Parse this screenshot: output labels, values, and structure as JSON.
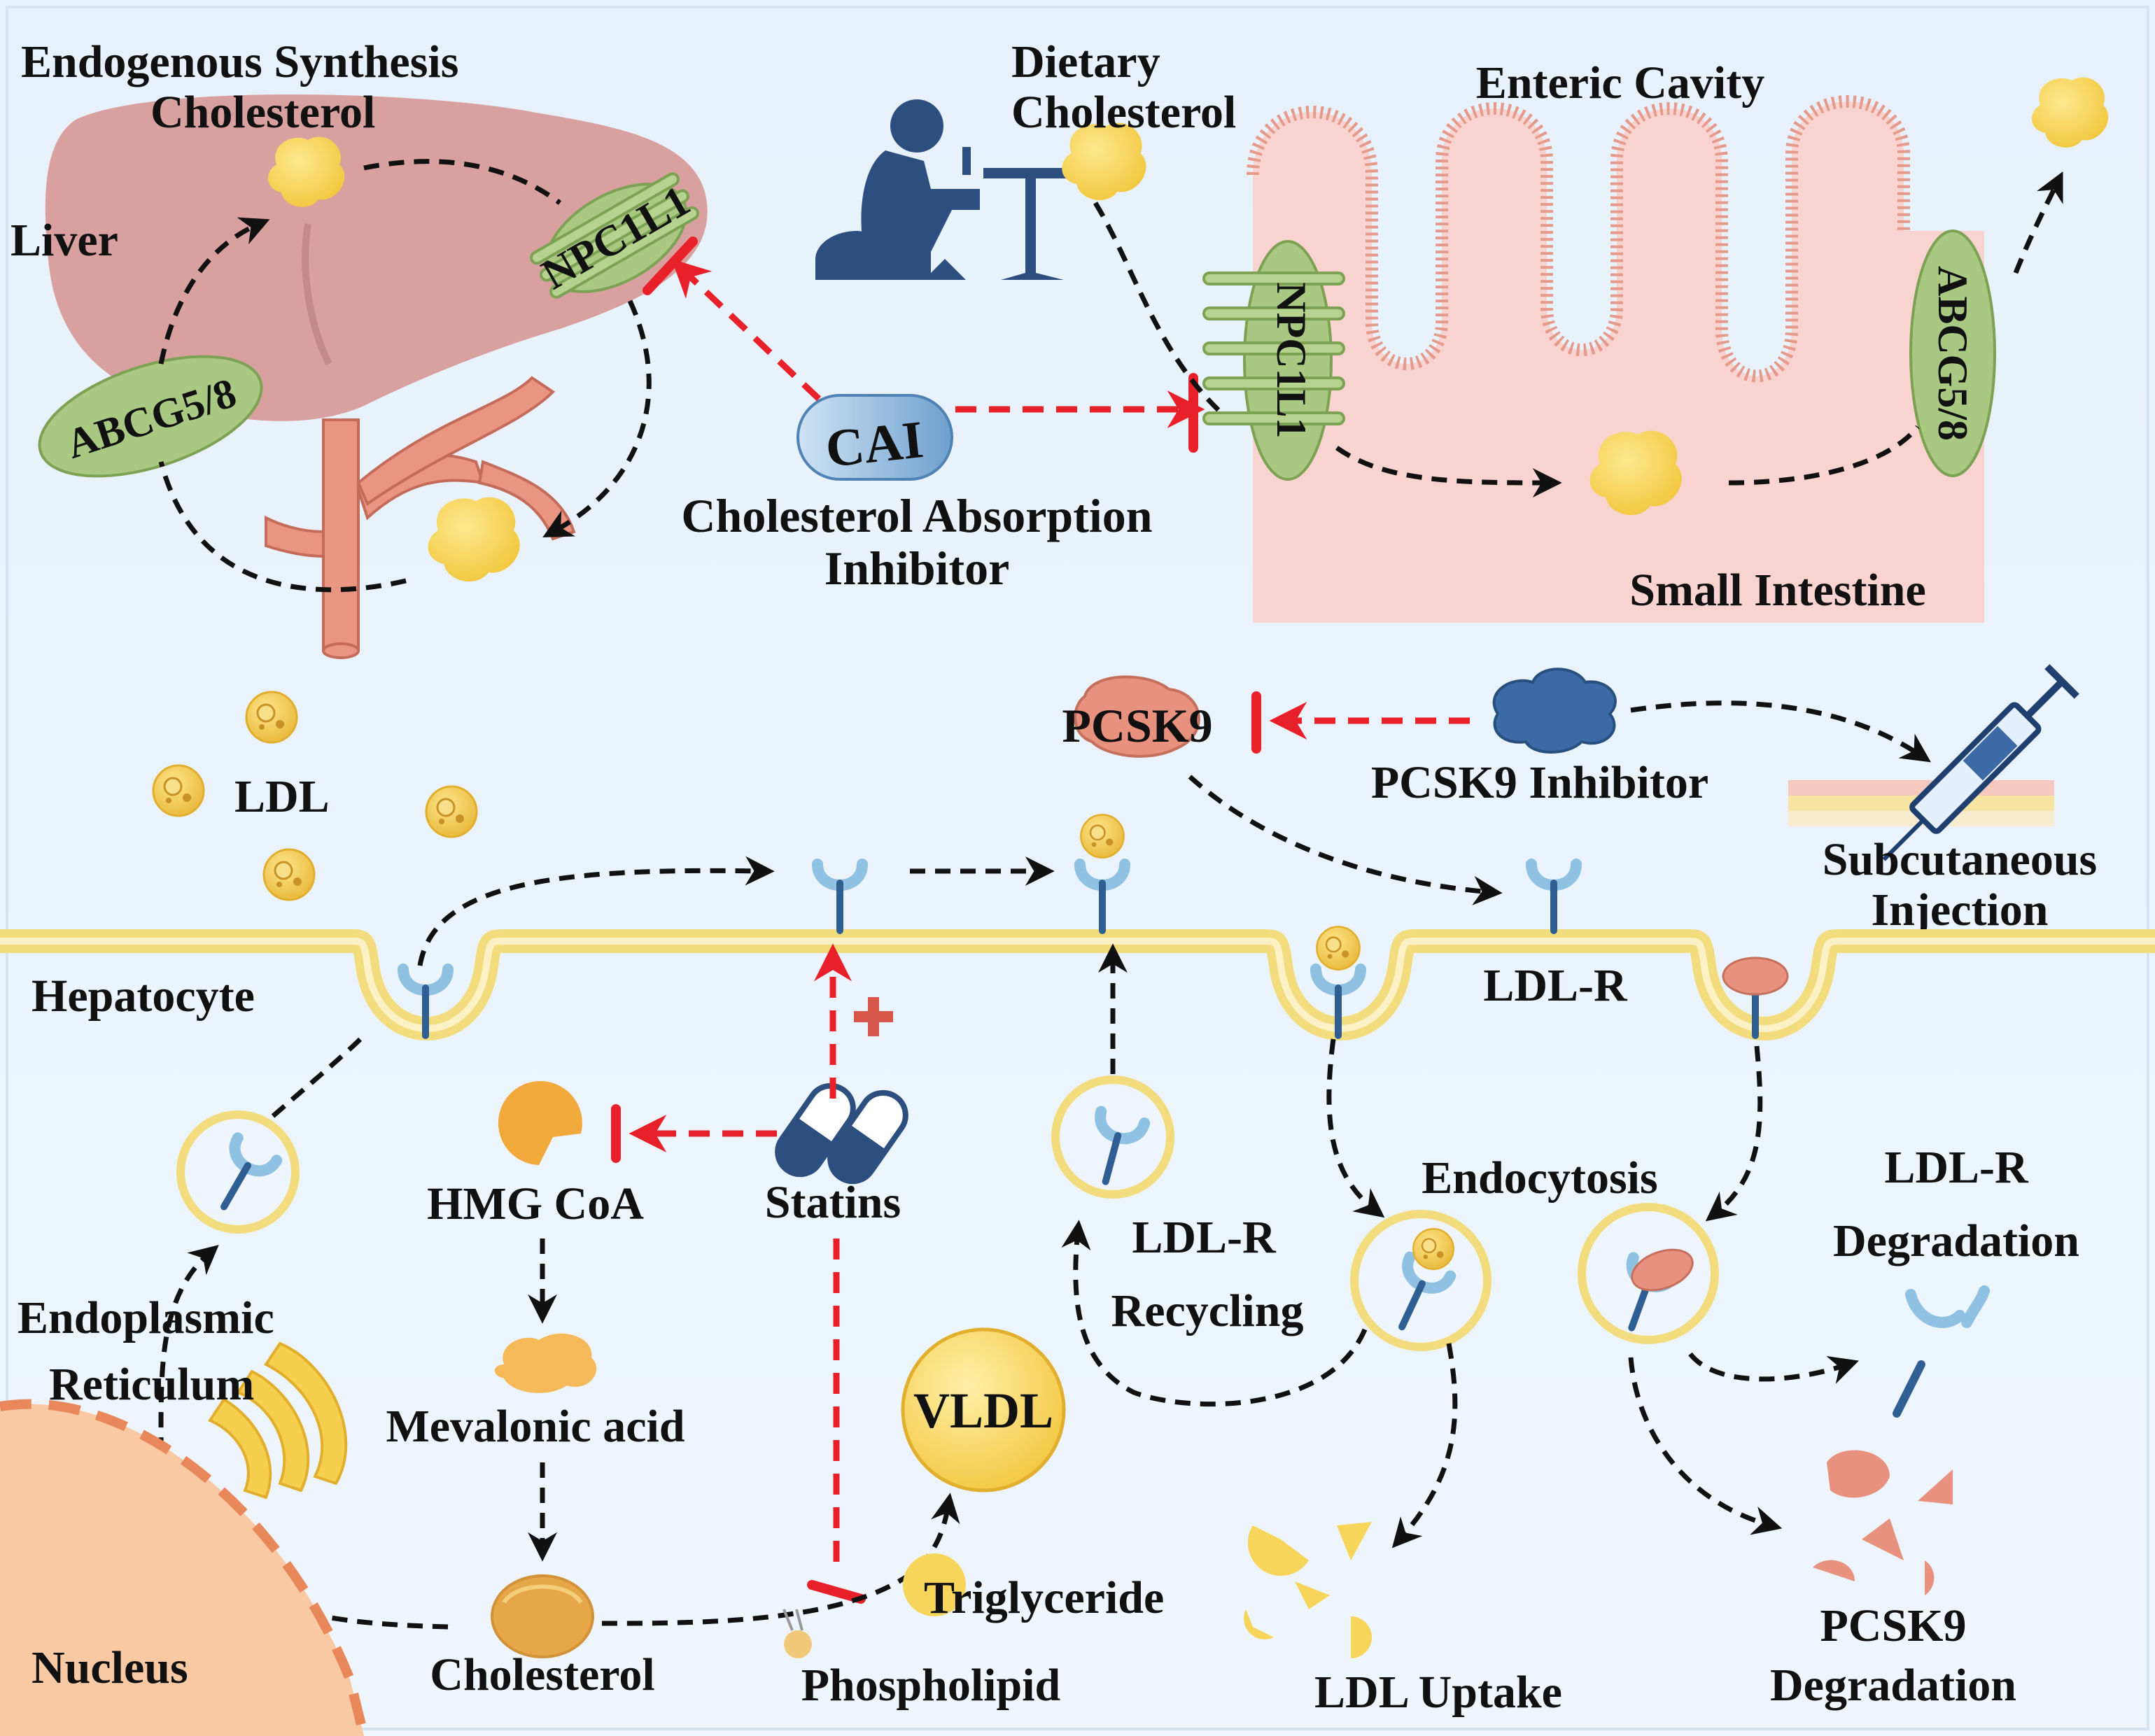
{
  "labels": {
    "endogenous_line1": "Endogenous Synthesis",
    "endogenous_line2": "Cholesterol",
    "liver": "Liver",
    "npc1l1_liver": "NPC1L1",
    "abcg_liver": "ABCG5/8",
    "dietary_line1": "Dietary",
    "dietary_line2": "Cholesterol",
    "enteric_cavity": "Enteric Cavity",
    "npc1l1_intestine": "NPC1L1",
    "abcg_intestine": "ABCG5/8",
    "cai": "CAI",
    "cai_desc_line1": "Cholesterol  Absorption",
    "cai_desc_line2": "Inhibitor",
    "small_intestine": "Small Intestine",
    "pcsk9": "PCSK9",
    "pcsk9_inhibitor": "PCSK9 Inhibitor",
    "subcutaneous_line1": "Subcutaneous",
    "subcutaneous_line2": "Injection",
    "ldl": "LDL",
    "hepatocyte": "Hepatocyte",
    "ldlr": "LDL-R",
    "statins": "Statins",
    "hmg_coa": "HMG CoA",
    "mevalonic_acid": "Mevalonic acid",
    "cholesterol": "Cholesterol",
    "vldl": "VLDL",
    "triglyceride": "Triglyceride",
    "phospholipid": "Phospholipid",
    "er_line1": "Endoplasmic",
    "er_line2": "Reticulum",
    "nucleus": "Nucleus",
    "ldlr_recycling_line1": "LDL-R",
    "ldlr_recycling_line2": "Recycling",
    "endocytosis": "Endocytosis",
    "ldlr_degradation_line1": "LDL-R",
    "ldlr_degradation_line2": "Degradation",
    "ldl_uptake": "LDL Uptake",
    "pcsk9_degradation_line1": "PCSK9",
    "pcsk9_degradation_line2": "Degradation"
  },
  "colors": {
    "inhibition_arrow": "#e8202a",
    "flow_arrow": "#111111",
    "cholesterol": "#f7d55a",
    "transporter": "#a9c983",
    "liver": "#d9a0a0",
    "intestine": "#f8d3cf",
    "receptor": "#8fc1e3",
    "receptor_stem": "#2f5f92",
    "pcsk9": "#e8917f",
    "membrane": "#f2dc7e"
  },
  "icons": {
    "diner": "person-eating-icon",
    "syringe": "syringe-icon",
    "capsules": "capsules-icon",
    "plus": "plus-icon"
  }
}
